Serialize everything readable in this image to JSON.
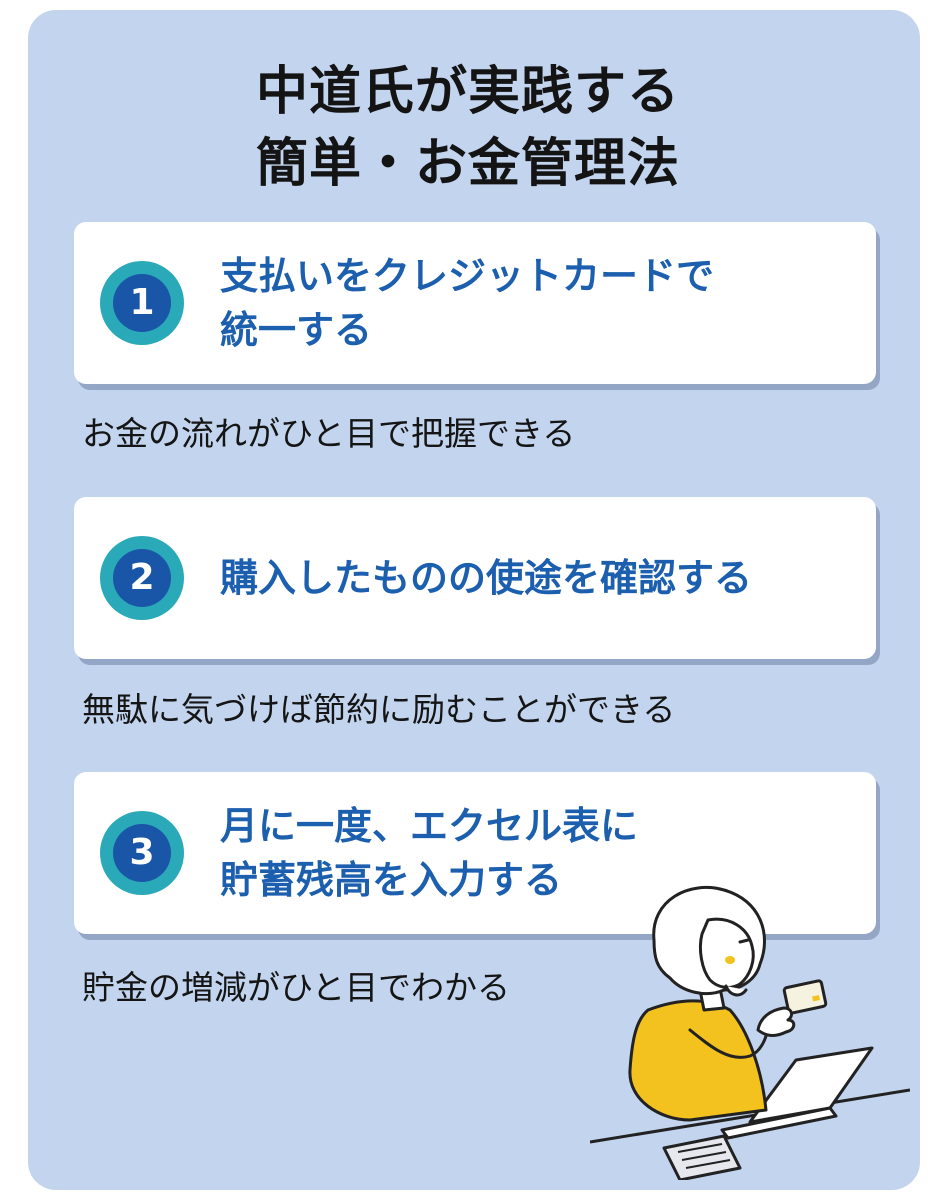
{
  "title": {
    "line1": "中道氏が実践する",
    "line2": "簡単・お金管理法"
  },
  "steps": [
    {
      "number": "1",
      "text_line1": "支払いをクレジットカードで",
      "text_line2": "統一する",
      "description": "お金の流れがひと目で把握できる"
    },
    {
      "number": "2",
      "text_line1": "購入したものの使途を確認する",
      "text_line2": "",
      "description": "無駄に気づけば節約に励むことができる"
    },
    {
      "number": "3",
      "text_line1": "月に一度、エクセル表に",
      "text_line2": "貯蓄残高を入力する",
      "description": "貯金の増減がひと目でわかる"
    }
  ],
  "illustration": {
    "icon": "woman-holding-credit-card-illustration",
    "colors": {
      "sweater": "#f3c21e",
      "cheek": "#f3c21e",
      "line": "#222222"
    }
  },
  "colors": {
    "panel_background": "#c2d4ee",
    "card_background": "#ffffff",
    "step_text": "#1c5fae",
    "badge_outer": "#2aa9b8",
    "badge_inner": "#1a56a8"
  }
}
